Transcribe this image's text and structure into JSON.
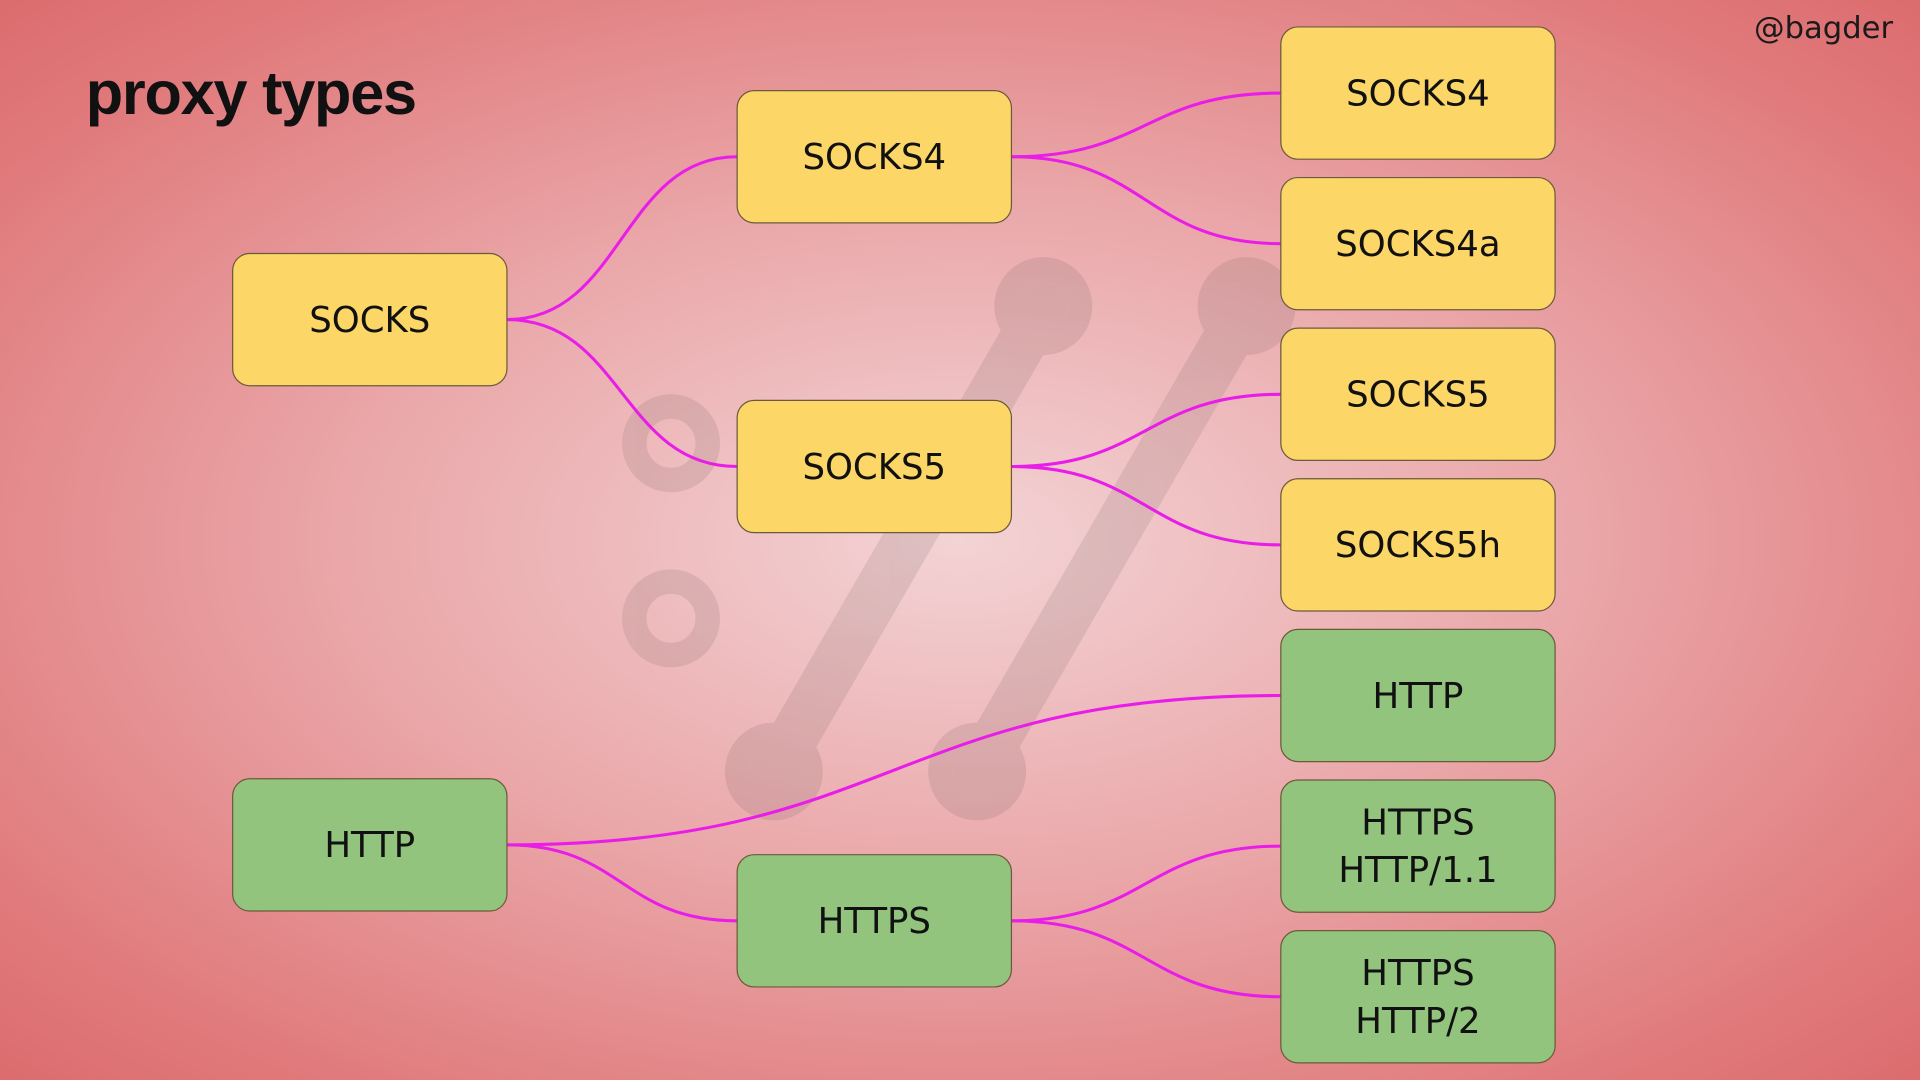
{
  "title": "proxy types",
  "handle": "@bagder",
  "colors": {
    "socks": "#fdd668",
    "http": "#93c47d",
    "edge": "#e81ee8",
    "border": "#6b5a3a"
  },
  "nodes": [
    {
      "id": "socks",
      "lines": [
        "SOCKS"
      ],
      "kind": "socks"
    },
    {
      "id": "http_root",
      "lines": [
        "HTTP"
      ],
      "kind": "http"
    },
    {
      "id": "socks4_mid",
      "lines": [
        "SOCKS4"
      ],
      "kind": "socks"
    },
    {
      "id": "socks5_mid",
      "lines": [
        "SOCKS5"
      ],
      "kind": "socks"
    },
    {
      "id": "https_mid",
      "lines": [
        "HTTPS"
      ],
      "kind": "http"
    },
    {
      "id": "socks4",
      "lines": [
        "SOCKS4"
      ],
      "kind": "socks"
    },
    {
      "id": "socks4a",
      "lines": [
        "SOCKS4a"
      ],
      "kind": "socks"
    },
    {
      "id": "socks5",
      "lines": [
        "SOCKS5"
      ],
      "kind": "socks"
    },
    {
      "id": "socks5h",
      "lines": [
        "SOCKS5h"
      ],
      "kind": "socks"
    },
    {
      "id": "http",
      "lines": [
        "HTTP"
      ],
      "kind": "http"
    },
    {
      "id": "https11",
      "lines": [
        "HTTPS",
        "HTTP/1.1"
      ],
      "kind": "http"
    },
    {
      "id": "https2",
      "lines": [
        "HTTPS",
        "HTTP/2"
      ],
      "kind": "http"
    }
  ],
  "edges": [
    [
      "socks",
      "socks4_mid"
    ],
    [
      "socks",
      "socks5_mid"
    ],
    [
      "socks4_mid",
      "socks4"
    ],
    [
      "socks4_mid",
      "socks4a"
    ],
    [
      "socks5_mid",
      "socks5"
    ],
    [
      "socks5_mid",
      "socks5h"
    ],
    [
      "http_root",
      "http"
    ],
    [
      "http_root",
      "https_mid"
    ],
    [
      "https_mid",
      "https11"
    ],
    [
      "https_mid",
      "https2"
    ]
  ]
}
